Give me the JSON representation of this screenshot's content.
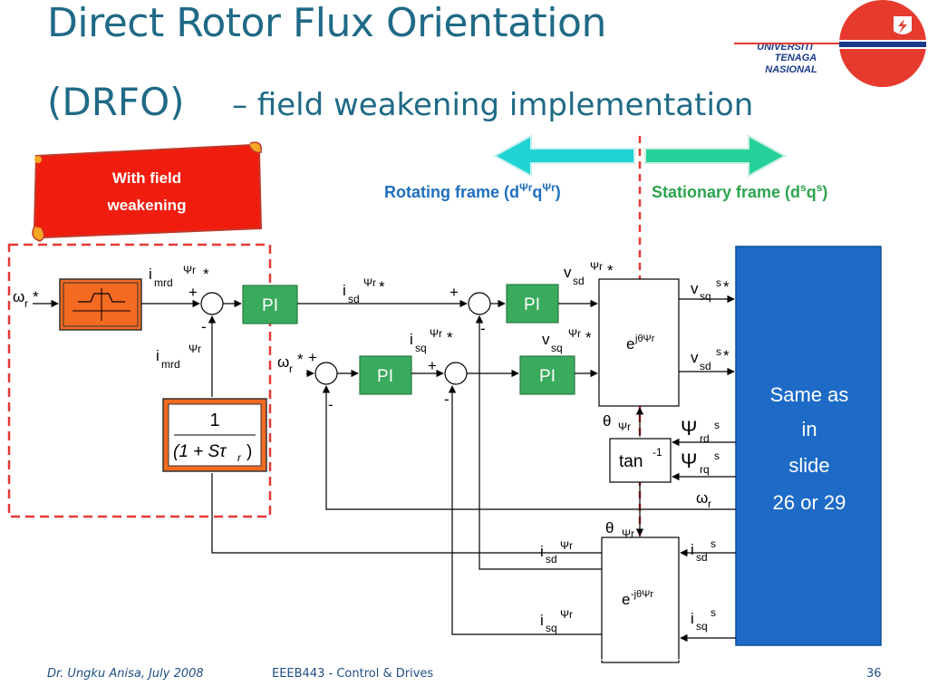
{
  "title": {
    "line1": "Direct Rotor Flux Orientation",
    "line2_main": "(DRFO)",
    "line2_sub": "– field weakening implementation"
  },
  "logo": {
    "line1": "UNIVERSITI",
    "line2": "TENAGA",
    "line3": "NASIONAL",
    "icon": "lightning-shield-icon",
    "colors": {
      "red": "#e63a2e",
      "blue": "#1a3b8c"
    }
  },
  "banner": {
    "line1": "With field",
    "line2": "weakening",
    "color": "#f01d0f"
  },
  "frames": {
    "rotating": {
      "prefix": "Rotating frame (d",
      "mid": "q",
      "end": ")",
      "sup": "Ψr"
    },
    "stationary": {
      "prefix": "Stationary frame (d",
      "mid": "q",
      "end": ")",
      "sup": "s"
    }
  },
  "blocks": {
    "pi": "PI",
    "transfer_num": "1",
    "transfer_den": "(1 + Sτ",
    "transfer_den_sub": "r",
    "rot_main": "e",
    "rot_sup": "jθΨr",
    "inv_main": "e",
    "inv_sup": "-jθΨr",
    "tan": "tan",
    "tan_sup": "-1",
    "same_as": [
      "Same as",
      "in",
      "slide",
      "26 or 29"
    ]
  },
  "signals": {
    "omega": "ω",
    "r": "r",
    "star": "*",
    "i": "i",
    "v": "v",
    "theta": "θ",
    "psi": "Ψ",
    "mrd": "mrd",
    "sd": "sd",
    "sq": "sq",
    "rd": "rd",
    "rq": "rq",
    "s": "s",
    "psir": "Ψr",
    "plus": "+",
    "minus": "-"
  },
  "footer": {
    "author": "Dr. Ungku Anisa, July 2008",
    "course": "EEEB443 - Control & Drives",
    "page": "36"
  }
}
